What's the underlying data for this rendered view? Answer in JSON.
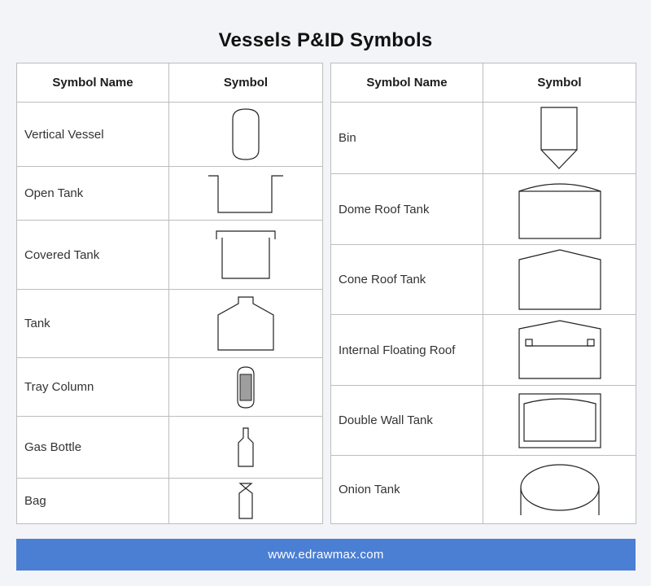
{
  "title": "Vessels P&ID Symbols",
  "colors": {
    "footer_bg": "#4a7fd4",
    "page_bg": "#f3f4f7",
    "tray_fill": "#9e9e9e"
  },
  "left_table": {
    "headers": [
      "Symbol Name",
      "Symbol"
    ],
    "rows": [
      {
        "name": "Vertical Vessel",
        "icon": "vertical-vessel-icon"
      },
      {
        "name": "Open Tank",
        "icon": "open-tank-icon"
      },
      {
        "name": "Covered Tank",
        "icon": "covered-tank-icon"
      },
      {
        "name": "Tank",
        "icon": "tank-icon"
      },
      {
        "name": "Tray Column",
        "icon": "tray-column-icon"
      },
      {
        "name": "Gas Bottle",
        "icon": "gas-bottle-icon"
      },
      {
        "name": "Bag",
        "icon": "bag-icon"
      }
    ]
  },
  "right_table": {
    "headers": [
      "Symbol Name",
      "Symbol"
    ],
    "rows": [
      {
        "name": "Bin",
        "icon": "bin-icon"
      },
      {
        "name": "Dome Roof Tank",
        "icon": "dome-roof-tank-icon"
      },
      {
        "name": "Cone Roof Tank",
        "icon": "cone-roof-tank-icon"
      },
      {
        "name": "Internal Floating Roof",
        "icon": "internal-floating-roof-icon"
      },
      {
        "name": "Double Wall Tank",
        "icon": "double-wall-tank-icon"
      },
      {
        "name": "Onion Tank",
        "icon": "onion-tank-icon"
      }
    ]
  },
  "footer": {
    "text": "www.edrawmax.com"
  }
}
